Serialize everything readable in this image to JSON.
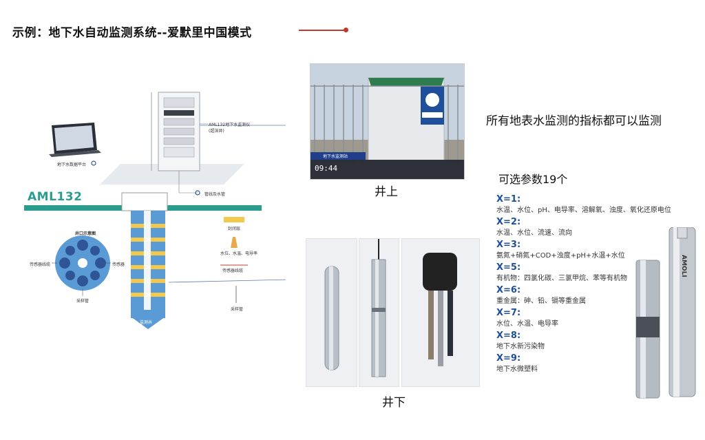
{
  "title": "示例：地下水自动监测系统--爱默里中国模式",
  "diagram": {
    "platform_label": "地下水数据平台",
    "instrument_label_1": "AML132地下水监测仪",
    "instrument_label_2": "(超深井)",
    "pipe_label": "管线及水管",
    "model": "AML132",
    "well_section_title": "井口示意图",
    "left_label_1": "传感器线缆",
    "left_label_2": "采样管",
    "right_label_1": "传感器",
    "well_label": "监测井",
    "legend_1": "封闭层",
    "legend_2": "水位、水温、电导率",
    "legend_3": "传感器线缆",
    "legend_4": "采样管"
  },
  "photo_top": {
    "sign_label": "地下水监测站",
    "time": "09:44",
    "caption": "井上"
  },
  "photo_bottom_caption": "井下",
  "right_note": "所有地表水监测的指标都可以监测",
  "params": {
    "title": "可选参数19个",
    "items": [
      {
        "key": "X=1:",
        "value": "水温、水位、pH、电导率、溶解氧、浊度、氧化还原电位"
      },
      {
        "key": "X=2:",
        "value": "水温、水位、流速、流向"
      },
      {
        "key": "X=3:",
        "value": "氨氮+硝氮+COD+浊度+pH+水温+水位"
      },
      {
        "key": "X=5:",
        "value": "有机物：四氯化碳、三氯甲烷、苯等有机物"
      },
      {
        "key": "X=6:",
        "value": "重金属：砷、铅、镉等重金属"
      },
      {
        "key": "X=7:",
        "value": "水位、水温、电导率"
      },
      {
        "key": "X=8:",
        "value": "地下水新污染物"
      },
      {
        "key": "X=9:",
        "value": "地下水微塑料"
      }
    ]
  },
  "probe_text": "AMOLI",
  "colors": {
    "accent_red": "#c0392b",
    "teal": "#2a9d8f",
    "blue_key": "#1f4e9b",
    "well_blue": "#5b9bd5",
    "well_yellow": "#f2c94c"
  }
}
